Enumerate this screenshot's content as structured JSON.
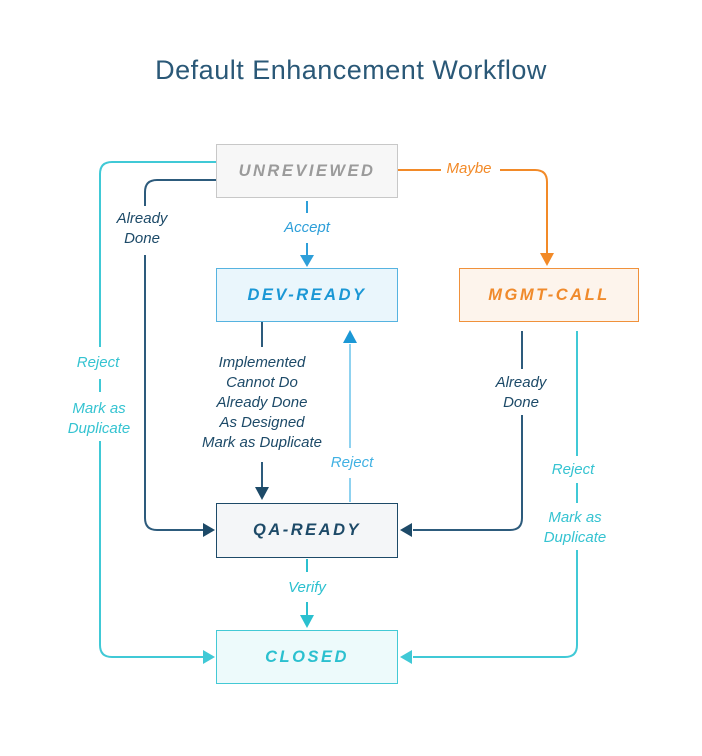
{
  "title": "Default Enhancement Workflow",
  "colors": {
    "title": "#2a5877",
    "navy": "#1d4a68",
    "navy_line": "#2d5b7c",
    "teal": "#40c9d6",
    "teal_label": "#35c3d1",
    "teal_text": "#2bc0cf",
    "blue": "#2e9fd9",
    "blue_light": "#8fd2f0",
    "blue_head": "#1b97d5",
    "blue_label": "#41b1e3",
    "orange": "#f28a28"
  },
  "nodes": {
    "unreviewed": {
      "label": "UNREVIEWED",
      "fill": "#f7f7f7",
      "border": "#c8c8c8",
      "text": "#9b9b9b"
    },
    "dev_ready": {
      "label": "DEV-READY",
      "fill": "#eaf6fc",
      "border": "#56b3e0",
      "text": "#1b97d5"
    },
    "mgmt_call": {
      "label": "MGMT-CALL",
      "fill": "#fdf4ec",
      "border": "#f0913b",
      "text": "#f08a2b"
    },
    "qa_ready": {
      "label": "QA-READY",
      "fill": "#f4f6f8",
      "border": "#1d4a68",
      "text": "#1d4a68"
    },
    "closed": {
      "label": "CLOSED",
      "fill": "#edfafb",
      "border": "#43c9d5",
      "text": "#2bc0cf"
    }
  },
  "edges": {
    "accept": {
      "from": "UNREVIEWED",
      "to": "DEV-READY",
      "label": "Accept"
    },
    "maybe": {
      "from": "UNREVIEWED",
      "to": "MGMT-CALL",
      "label": "Maybe"
    },
    "unreviewed_already_done": {
      "from": "UNREVIEWED",
      "to": "QA-READY",
      "label": "Already Done"
    },
    "unreviewed_closed": {
      "from": "UNREVIEWED",
      "to": "CLOSED",
      "labels": [
        "Reject",
        "Mark as Duplicate"
      ]
    },
    "dev_resolve": {
      "from": "DEV-READY",
      "to": "QA-READY",
      "labels": [
        "Implemented",
        "Cannot Do",
        "Already Done",
        "As Designed",
        "Mark as Duplicate"
      ]
    },
    "qa_reject": {
      "from": "QA-READY",
      "to": "DEV-READY",
      "label": "Reject"
    },
    "mgmt_already_done": {
      "from": "MGMT-CALL",
      "to": "QA-READY",
      "label": "Already Done"
    },
    "mgmt_closed": {
      "from": "MGMT-CALL",
      "to": "CLOSED",
      "labels": [
        "Reject",
        "Mark as Duplicate"
      ]
    },
    "verify": {
      "from": "QA-READY",
      "to": "CLOSED",
      "label": "Verify"
    }
  }
}
